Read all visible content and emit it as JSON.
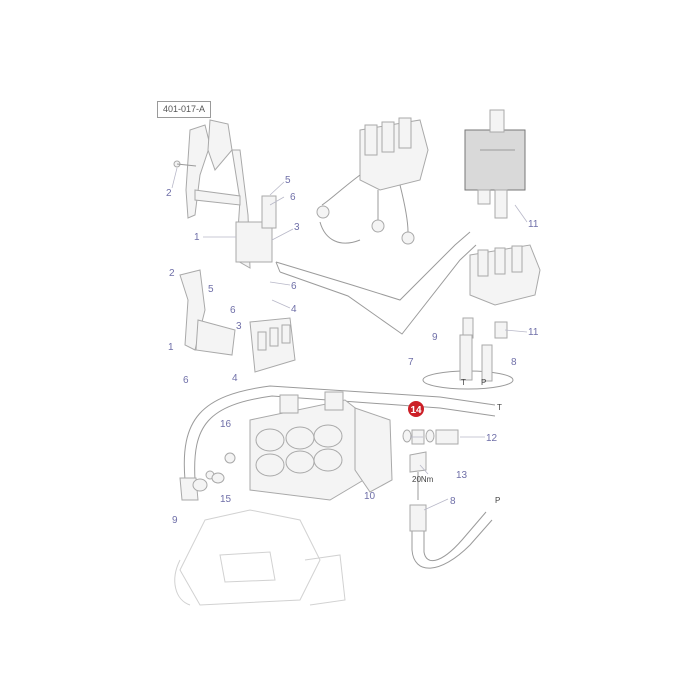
{
  "diagram": {
    "ref_code": "401-017-A",
    "highlight_label": "14",
    "highlight_color": "#cc1f27",
    "torque_label": "20Nm",
    "port_labels": {
      "t_upper": "T",
      "p_upper": "P",
      "t_line": "T",
      "p_line": "P"
    },
    "callouts": {
      "c2a": "2",
      "c5a": "5",
      "c6a": "6",
      "c1a": "1",
      "c3a": "3",
      "c6b": "6",
      "c4a": "4",
      "c11a": "11",
      "c2b": "2",
      "c5b": "5",
      "c6c": "6",
      "c3b": "3",
      "c1b": "1",
      "c6d": "6",
      "c4b": "4",
      "c9a": "9",
      "c11b": "11",
      "c7": "7",
      "c8a": "8",
      "c16": "16",
      "c15": "15",
      "c9b": "9",
      "c10": "10",
      "c12": "12",
      "c13": "13",
      "c8b": "8"
    }
  }
}
